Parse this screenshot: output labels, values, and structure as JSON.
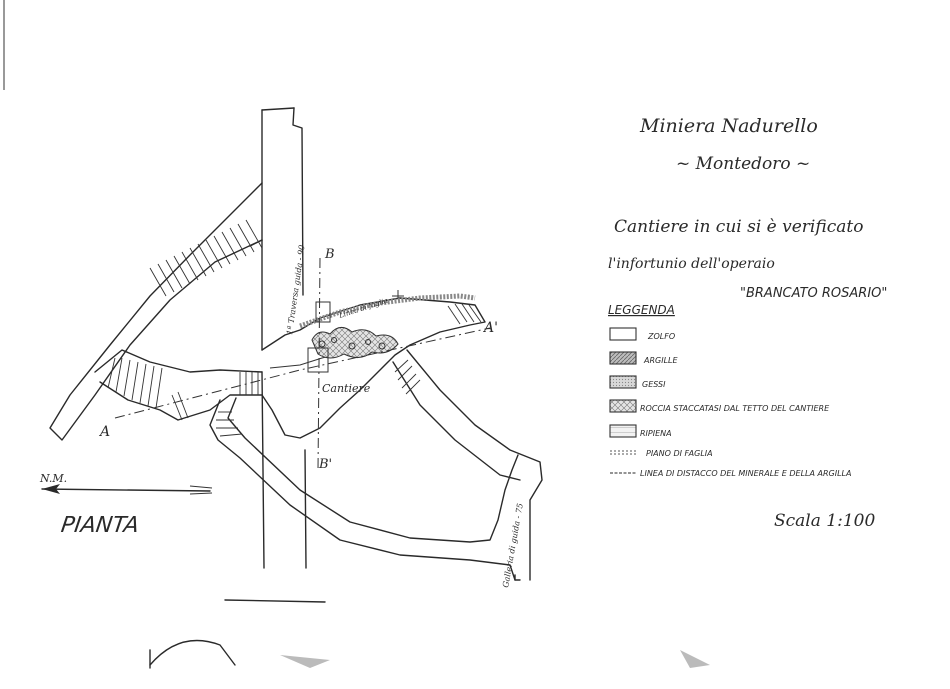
{
  "title": {
    "mine": "Miniera Nadurello",
    "place": "~ Montedoro ~",
    "line1": "Cantiere in cui si è verificato",
    "line2": "l'infortunio dell'operaio",
    "worker": "\"BRANCATO ROSARIO\""
  },
  "legend": {
    "heading": "LEGGENDA",
    "items": [
      {
        "key": "zolfo",
        "label": "ZOLFO"
      },
      {
        "key": "argille",
        "label": "ARGILLE"
      },
      {
        "key": "gessi",
        "label": "GESSI"
      },
      {
        "key": "roccia",
        "label": "ROCCIA STACCATASI DAL TETTO DEL CANTIERE"
      },
      {
        "key": "ripiena",
        "label": "RIPIENA"
      },
      {
        "key": "faglia",
        "label": "PIANO DI FAGLIA"
      },
      {
        "key": "distacco",
        "label": "LINEA DI DISTACCO DEL MINERALE E DELLA ARGILLA"
      }
    ]
  },
  "scale": "Scala 1:100",
  "plan": {
    "label": "PIANTA",
    "north": "N.M.",
    "cantiere": "Cantiere",
    "faglia_label": "Linea di faglia",
    "section_a": "A",
    "section_a_prime": "A'",
    "section_b": "B",
    "section_b_prime": "B'",
    "traversa": "1ª Traversa guida - 90",
    "galleria": "Galleria di guida - 75"
  },
  "colors": {
    "ink": "#2a2a2a",
    "paper": "#ffffff"
  }
}
